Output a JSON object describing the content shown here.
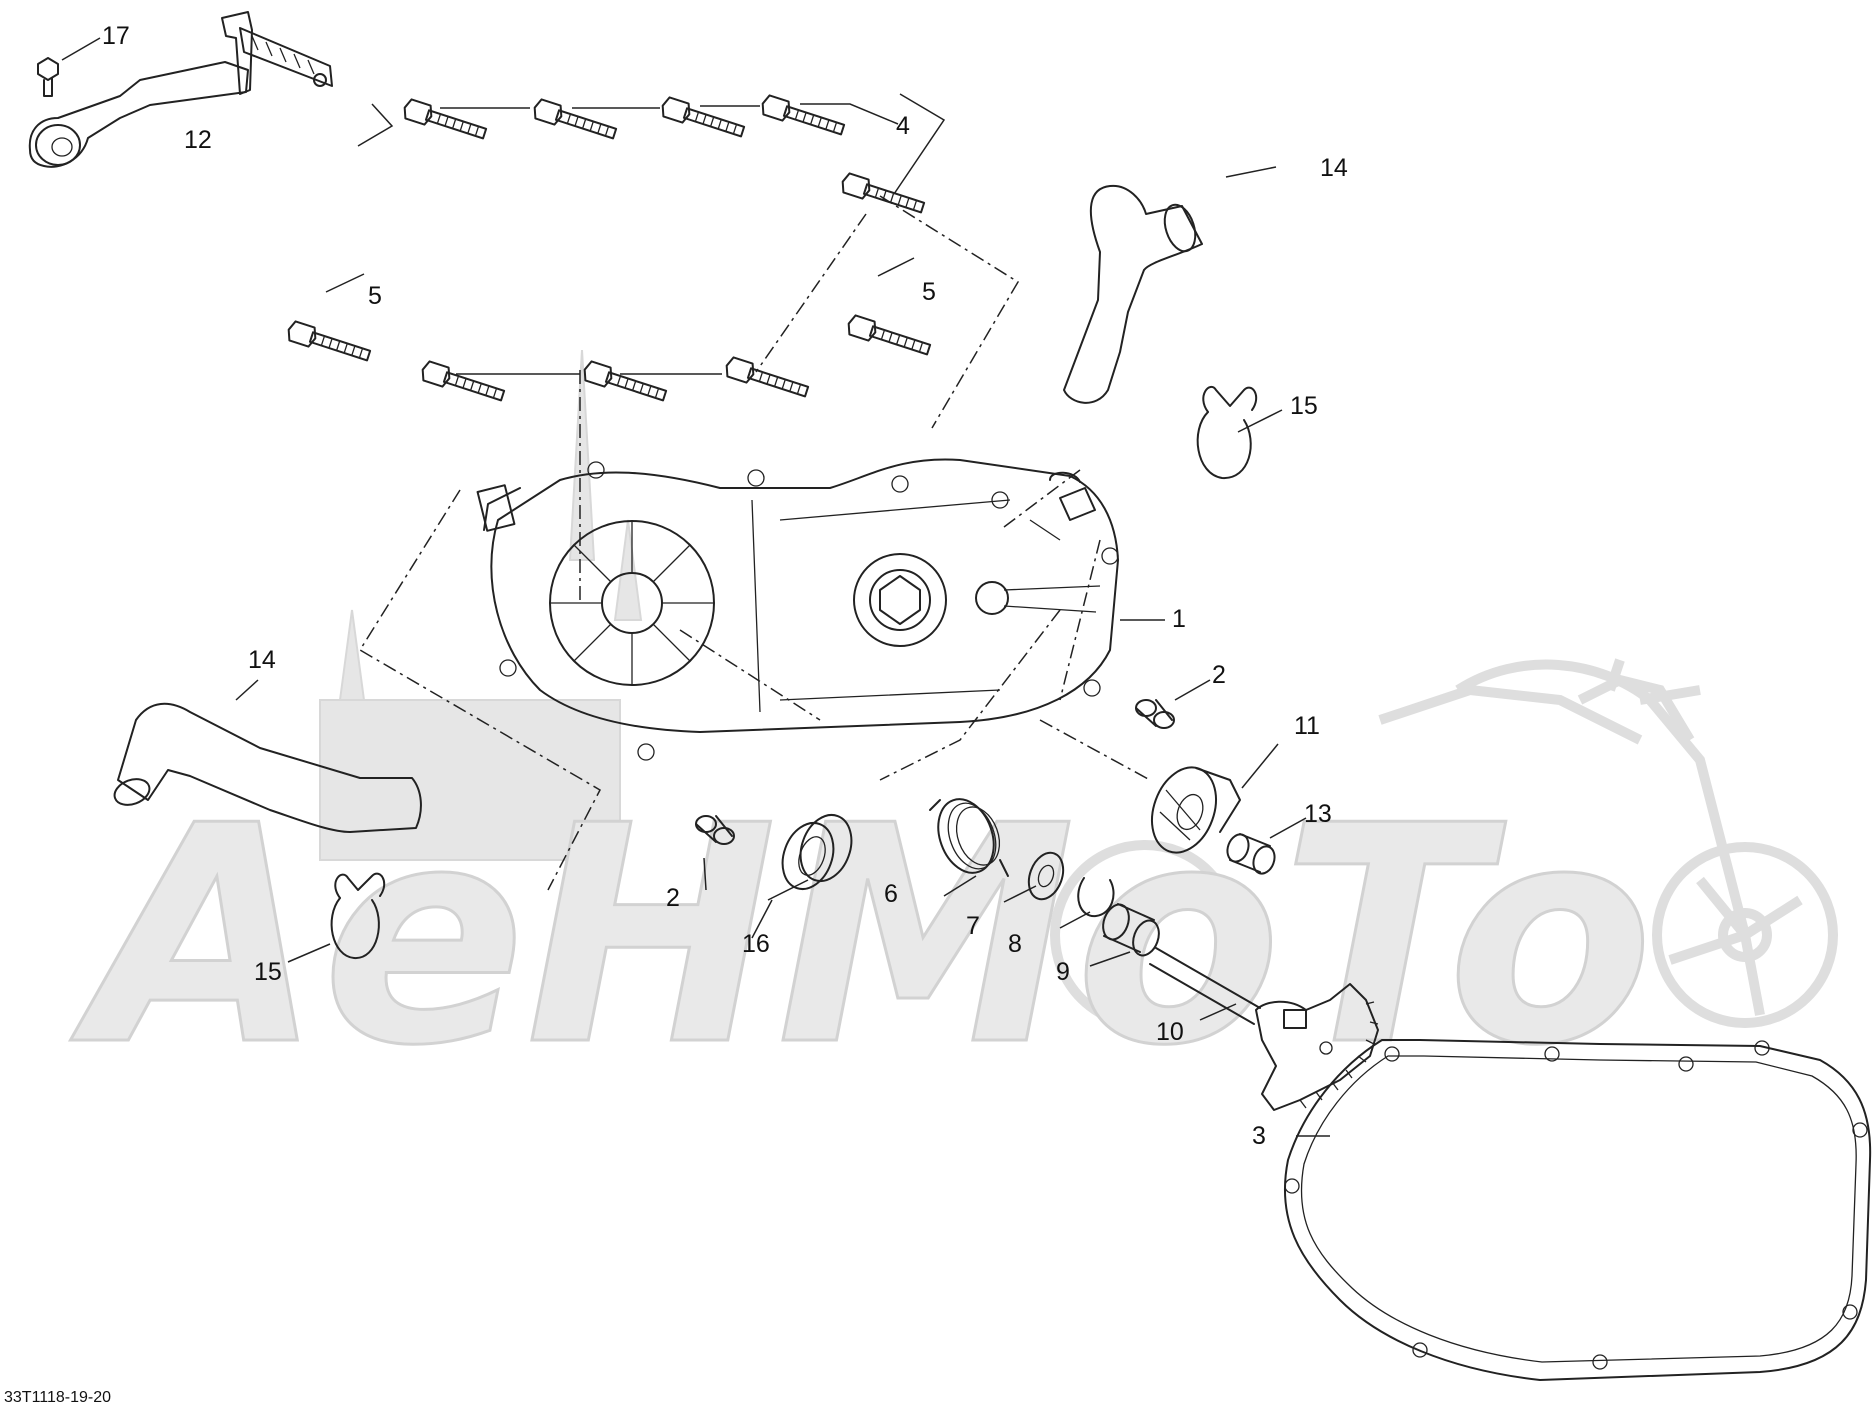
{
  "diagram": {
    "code": "33T1118-19-20",
    "watermark_text": "AeHMoTo",
    "callouts": {
      "c1": "1",
      "c2a": "2",
      "c2b": "2",
      "c3": "3",
      "c4": "4",
      "c5a": "5",
      "c5b": "5",
      "c6": "6",
      "c7": "7",
      "c8": "8",
      "c9": "9",
      "c10": "10",
      "c11": "11",
      "c12": "12",
      "c13": "13",
      "c14a": "14",
      "c14b": "14",
      "c15a": "15",
      "c15b": "15",
      "c16": "16",
      "c17": "17"
    }
  }
}
